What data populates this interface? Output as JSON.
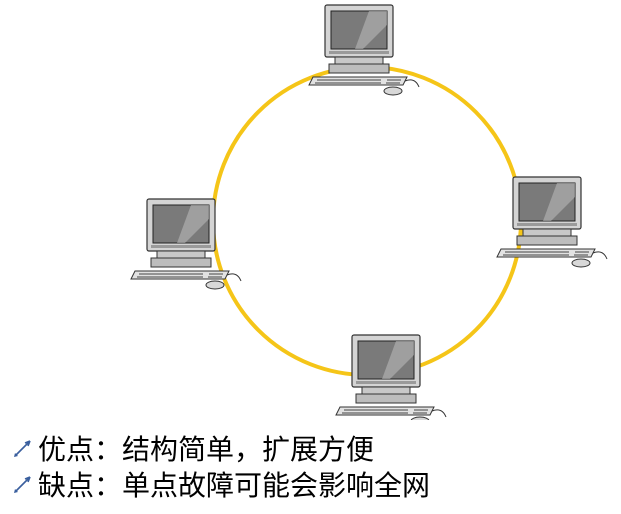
{
  "diagram": {
    "ring_color": "#f5c518",
    "nodes": [
      {
        "name": "computer-top",
        "icon": "desktop-computer-icon"
      },
      {
        "name": "computer-right",
        "icon": "desktop-computer-icon"
      },
      {
        "name": "computer-bottom",
        "icon": "desktop-computer-icon"
      },
      {
        "name": "computer-left",
        "icon": "desktop-computer-icon"
      }
    ]
  },
  "bullets": [
    {
      "icon": "quill-pen-bullet-icon",
      "text": "优点：结构简单，扩展方便"
    },
    {
      "icon": "quill-pen-bullet-icon",
      "text": "缺点：单点故障可能会影响全网"
    }
  ]
}
